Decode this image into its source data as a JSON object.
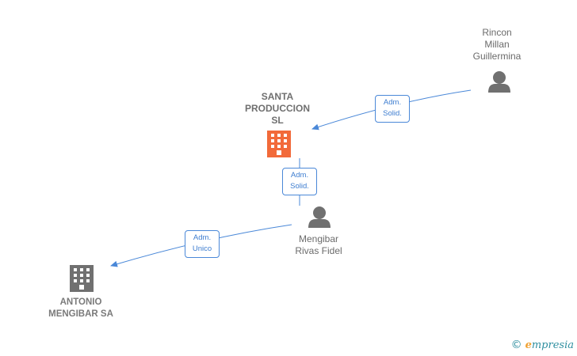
{
  "nodes": {
    "santa_produccion": {
      "lines": [
        "SANTA",
        "PRODUCCION",
        "SL"
      ],
      "color": "#f26a3a"
    },
    "rincon_millan": {
      "lines": [
        "Rincon",
        "Millan",
        "Guillermina"
      ],
      "color": "#707070"
    },
    "mengibar_rivas": {
      "lines": [
        "Mengibar",
        "Rivas Fidel"
      ],
      "color": "#707070"
    },
    "antonio_mengibar": {
      "lines": [
        "ANTONIO",
        "MENGIBAR SA"
      ],
      "color": "#707070"
    }
  },
  "edges": {
    "rincon_to_santa": {
      "lines": [
        "Adm.",
        "Solid."
      ]
    },
    "mengibar_to_santa": {
      "lines": [
        "Adm.",
        "Solid."
      ]
    },
    "mengibar_to_antonio": {
      "lines": [
        "Adm.",
        "Unico"
      ]
    }
  },
  "colors": {
    "edge": "#4a88d8",
    "person": "#707070",
    "building_focus": "#f26a3a",
    "building": "#707070"
  },
  "brand": {
    "symbol": "©",
    "name_first": "e",
    "name_rest": "mpresia"
  }
}
